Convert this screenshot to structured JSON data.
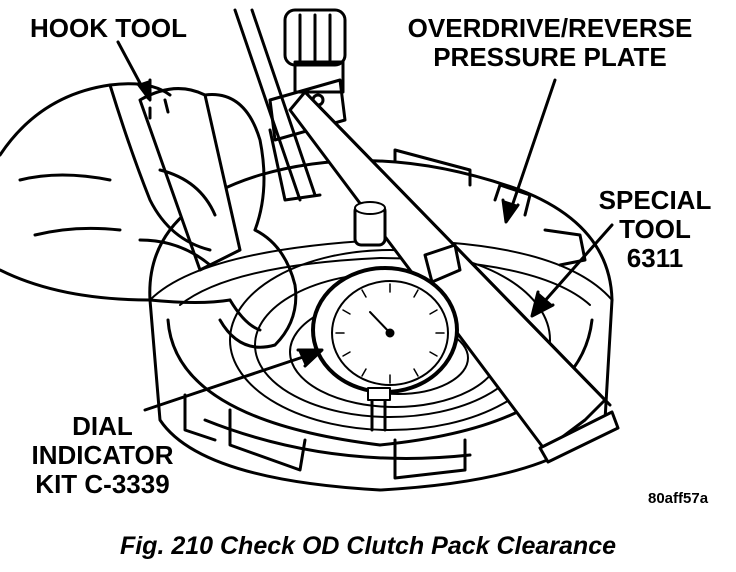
{
  "labels": {
    "hook_tool": "HOOK TOOL",
    "pressure_plate": [
      "OVERDRIVE/REVERSE",
      "PRESSURE PLATE"
    ],
    "special_tool": [
      "SPECIAL",
      "TOOL",
      "6311"
    ],
    "dial_indicator": [
      "DIAL",
      "INDICATOR",
      "KIT C-3339"
    ]
  },
  "figure_code": "80aff57a",
  "caption": "Fig. 210 Check OD Clutch Pack Clearance"
}
